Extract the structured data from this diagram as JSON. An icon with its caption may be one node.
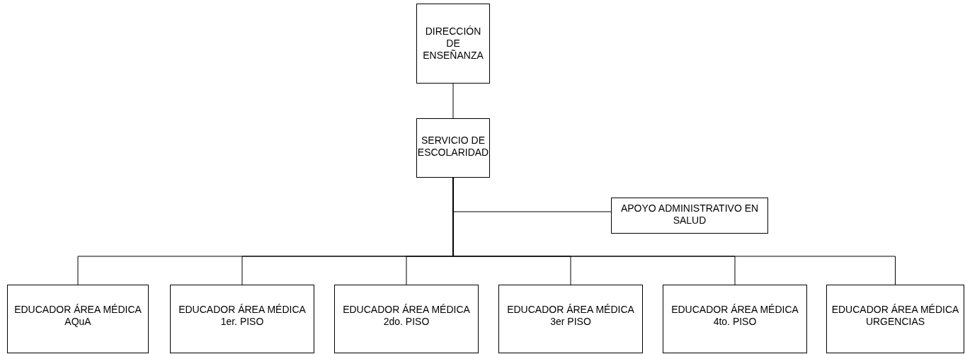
{
  "diagram": {
    "nodes": [
      {
        "text": [
          "DIRECCIÓN DE ENSEÑANZA"
        ]
      },
      {
        "text": [
          "SERVICIO DE ESCOLARIDAD"
        ]
      },
      {
        "text": [
          "APOYO ADMINISTRATIVO EN SALUD"
        ]
      },
      {
        "text": [
          "EDUCADOR ÁREA MÉDICA AQuA"
        ]
      },
      {
        "text": [
          "EDUCADOR ÁREA MÉDICA 1er. PISO"
        ]
      },
      {
        "text": [
          "EDUCADOR ÁREA MÉDICA 2do. PISO"
        ]
      },
      {
        "text": [
          "EDUCADOR ÁREA MÉDICA 3er PISO"
        ]
      },
      {
        "text": [
          "EDUCADOR ÁREA MÉDICA 4to. PISO"
        ]
      },
      {
        "text": [
          "EDUCADOR ÁREA MÉDICA URGENCIAS"
        ]
      }
    ],
    "edges": [
      {
        "from": 0,
        "to": 1,
        "arrow": "none"
      },
      {
        "from": 1,
        "to": 2,
        "arrow": "none"
      },
      {
        "from": 1,
        "to": 3,
        "arrow": "none"
      },
      {
        "from": 1,
        "to": 4,
        "arrow": "none"
      },
      {
        "from": 1,
        "to": 5,
        "arrow": "none"
      },
      {
        "from": 1,
        "to": 6,
        "arrow": "none"
      },
      {
        "from": 1,
        "to": 7,
        "arrow": "none"
      },
      {
        "from": 1,
        "to": 8,
        "arrow": "none"
      }
    ]
  }
}
